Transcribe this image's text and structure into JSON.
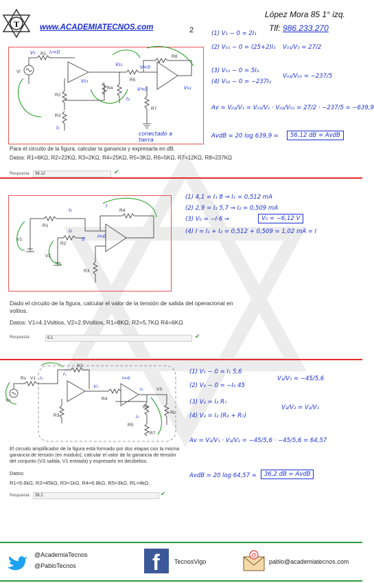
{
  "header": {
    "website": "www.ACADEMIATECNOS.com",
    "page_number": "2",
    "address": "López Mora 85 1° izq.",
    "phone_label": "Tlf:",
    "phone": "986.233.270"
  },
  "problem1": {
    "question": "Para el circuito de la figura, calcular la ganancia y expresarla en dB.",
    "data": "Datos: R1=6KΩ, R2=22KΩ, R3=2KΩ, R4=25KΩ, R5=3KΩ, R6=5KΩ, R7=12KΩ, R8=237KΩ",
    "answer_label": "Respuesta",
    "answer_value": "36.12",
    "annotation": "conectado a tierra",
    "steps": [
      "(1) V₁ − 0 = 2I₁",
      "(2) V₀₁ − 0 = (25+2)I₁",
      "(3) V₀₁ − 0 = 5I₂",
      "(4) V₀₂ − 0 = −237I₂"
    ],
    "ratio1": "V₀₁/V₁ = 27/2",
    "ratio2": "V₀₂/V₀₁ = −237/5",
    "gain": "Av = V₀₂/V₁ = V₀₁/V₁ · V₀₂/V₀₁ = 27/2 · −237/5 = −639,9",
    "gain_db": "AvdB = 20 log 639,9 =",
    "result": "56.12 dB = AvdB"
  },
  "problem2": {
    "question": "Dado el circuito de la figura, calcular el valor de la tensión de salida del operacional en voltios.",
    "data": "Datos: V1=4.1Voltios, V2=2.9Voltios, R1=8KΩ, R2=5.7KΩ R4=6KΩ",
    "answer_label": "Respuesta",
    "answer_value": "6.1",
    "steps": [
      "(1) 4,1 = I₁ 8  ⇝ I₁ = 0,512 mA",
      "(2) 2,9 = I₂ 5,7  ⇝ I₂ = 0,509 mA",
      "(3) V₀ = −I·6  ⇝",
      "(4) I = I₁ + I₂ = 0,512 + 0,509 = 1,02 mA = I"
    ],
    "result": "V₀ = −6,12 V"
  },
  "problem3": {
    "question": "El circuito amplificador de la figura está formado por dos etapas con la misma ganancia de tensión (en modulo), calcular el valor de la ganancia de tensión del conjunto (V3 salida, V1 entrada) y expresarlo en decibelios.",
    "data_label": "Datos:",
    "data": "R1=5.6kΩ, R2=45kΩ, R3=1kΩ, R4=6.8kΩ, R5=3kΩ, RL=4kΩ.",
    "answer_label": "Respuesta",
    "answer_value": "36.2",
    "steps": [
      "(1) V₁ − 0 = I₁ 5,6",
      "(2) V₂ − 0 = −I₁ 45",
      "(3) V₃ = I₂ R₇",
      "(4) V₂ = I₂ (R₆ + R₇)"
    ],
    "ratio1": "V₂/V₁ = −45/5,6",
    "ratio2": "V₃/V₂ = V₂/V₁",
    "gain": "Av = V₂/V₁ · V₃/V₂ = −45/5,6 · −45/5,6 = 64,57",
    "gain_db": "AvdB = 20 log 64,57 =",
    "result": "36,2 dB = AvdB"
  },
  "footer": {
    "twitter1": "@AcademiaTecnos",
    "twitter2": "@PabloTecnos",
    "facebook": "TecnosVigo",
    "email": "pablo@academiatecnos.com"
  }
}
